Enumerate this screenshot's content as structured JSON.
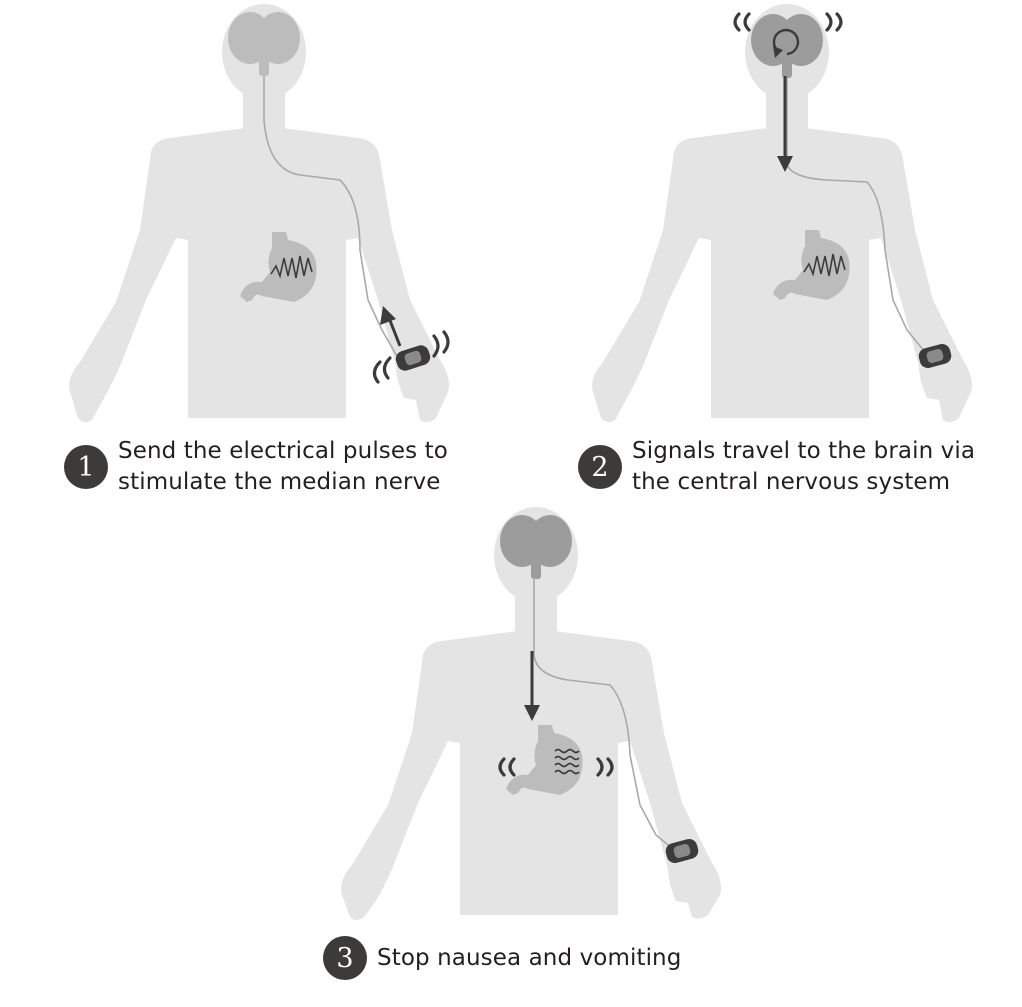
{
  "colors": {
    "body": "#e4e4e4",
    "organ": "#bcbcbc",
    "nerve": "#a9a9a9",
    "dark": "#3d3a3a",
    "text": "#231f20"
  },
  "steps": [
    {
      "number": "1",
      "line1": "Send the electrical pulses to",
      "line2": "stimulate the median nerve"
    },
    {
      "number": "2",
      "line1": "Signals travel to the brain via",
      "line2": "the central nervous system"
    },
    {
      "number": "3",
      "line1": "Stop nausea and vomiting"
    }
  ],
  "icons": [
    "human-figure-icon",
    "brain-icon",
    "stomach-icon",
    "wristband-device-icon",
    "arrow-icon",
    "vibration-icon",
    "rotation-icon",
    "wave-icon",
    "zigzag-signal-icon"
  ]
}
